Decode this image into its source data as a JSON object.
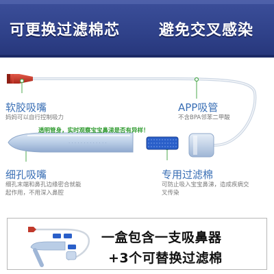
{
  "banner": {
    "left_text": "可更换过滤棉芯",
    "right_text": "避免交叉感染"
  },
  "labels": {
    "soft_tip": {
      "title": "软胶吸嘴",
      "sub": "妈妈可以自行控制吸力"
    },
    "app_tube": {
      "title": "APP吸管",
      "sub": "不含BPA邻苯二甲酸"
    },
    "fine_tip": {
      "title": "细孔吸嘴",
      "sub": "细孔末端和鼻孔边缘密合就能起作用，不用深入鼻腔"
    },
    "filter": {
      "title": "专用过滤棉",
      "sub": "可防止吸入宝宝鼻涕，造成疾病交叉传染"
    }
  },
  "highlight_note": "透明管身，实时观察宝宝鼻涕是否有异样！",
  "bottom": {
    "line1": "一盒包含一支吸鼻器",
    "line2": "+3个可替换过滤棉"
  },
  "colors": {
    "banner_blue": "#2f4189",
    "label_blue": "#3a6fb5",
    "soft_tip_red": "#c0392b",
    "filter_blue": "#2a5fc9",
    "note_green": "#2f9a2f"
  }
}
